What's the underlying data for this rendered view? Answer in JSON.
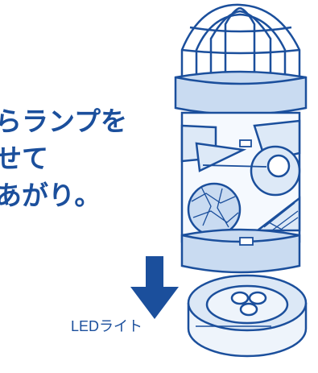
{
  "headline": {
    "lines": [
      "らランプを",
      "せて",
      "あがり。"
    ]
  },
  "callout": {
    "label": "LEDライト"
  },
  "colors": {
    "outline": "#1b4f9c",
    "band": "#c9dbf1",
    "panel": "#dde9f7",
    "arrow": "#1b4f9c"
  },
  "icons": {
    "arrow": "down-arrow-icon",
    "lamp": "paper-lamp-illustration"
  }
}
